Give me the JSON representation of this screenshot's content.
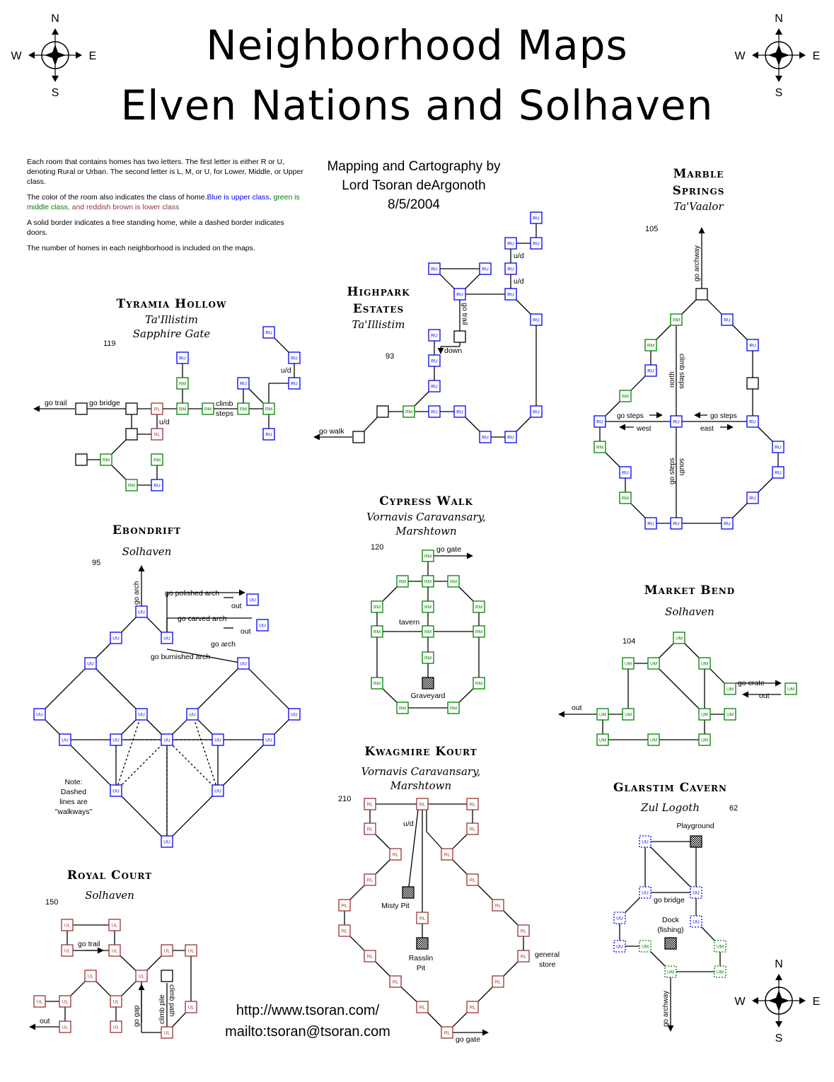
{
  "title": {
    "line1": "Neighborhood Maps",
    "line2": "Elven Nations and Solhaven"
  },
  "compass": {
    "n": "N",
    "s": "S",
    "e": "E",
    "w": "W"
  },
  "legend": {
    "p1": "Each room that contains homes has two letters.  The first letter is either R or U, denoting Rural or Urban.  The second letter is L, M, or U, for Lower, Middle, or Upper class.",
    "p2_prefix": "The color of the room also indicates the class of home.",
    "p2_blue": "Blue is upper class",
    "p2_sep": ", ",
    "p2_green": "green is middle class",
    "p2_brown": ", and reddish brown is lower class",
    "p3": "A solid border indicates a free standing home, while a dashed border indicates doors.",
    "p4": "The number of homes in each neighborhood is included on the maps."
  },
  "credit": {
    "line1": "Mapping and Cartography by",
    "line2": "Lord Tsoran deArgonoth",
    "line3": "8/5/2004"
  },
  "urls": {
    "web": "http://www.tsoran.com/",
    "mail": "mailto:tsoran@tsoran.com"
  },
  "colors": {
    "upper": "#0000ee",
    "middle": "#008000",
    "lower": "#993333",
    "line": "#000000"
  },
  "neighborhoods": {
    "tyramia": {
      "name": "Tyramia Hollow",
      "sub1": "Ta'Illistim",
      "sub2": "Sapphire Gate",
      "count": "119",
      "labels": {
        "go_trail": "go trail",
        "go_bridge": "go bridge",
        "ud": "u/d",
        "ud2": "u/d",
        "climb": "climb",
        "steps": "steps"
      }
    },
    "highpark": {
      "name1": "Highpark",
      "name2": "Estates",
      "sub1": "Ta'Illistim",
      "count": "93",
      "labels": {
        "go_trail": "go trail",
        "down": "down",
        "go_walk": "go walk",
        "ud1": "u/d",
        "ud2": "u/d"
      }
    },
    "marble": {
      "name1": "Marble",
      "name2": "Springs",
      "sub1": "Ta'Vaalor",
      "count": "105",
      "labels": {
        "go_archway": "go archway",
        "climb_steps": "climb steps",
        "north": "north",
        "go_steps_w": "go steps",
        "west": "west",
        "go_steps_e": "go steps",
        "east": "east",
        "go_steps_s": "go steps",
        "south": "south"
      }
    },
    "ebondrift": {
      "name": "Ebondrift",
      "sub1": "Solhaven",
      "count": "95",
      "labels": {
        "go_arch": "go arch",
        "go_polished": "go polished arch",
        "out1": "out",
        "go_carved": "go carved arch",
        "out2": "out",
        "go_arch2": "go arch",
        "go_burnished": "go burnished arch",
        "note1": "Note:",
        "note2": "Dashed",
        "note3": "lines are",
        "note4": "\"walkways\""
      }
    },
    "cypress": {
      "name": "Cypress Walk",
      "sub1": "Vornavis Caravansary,",
      "sub2": "Marshtown",
      "count": "120",
      "labels": {
        "go_gate": "go gate",
        "tavern": "tavern",
        "graveyard": "Graveyard"
      }
    },
    "market": {
      "name": "Market Bend",
      "sub1": "Solhaven",
      "count": "104",
      "labels": {
        "go_crate": "go crate",
        "out_crate": "out",
        "out": "out"
      }
    },
    "kwagmire": {
      "name": "Kwagmire Kourt",
      "sub1": "Vornavis Caravansary,",
      "sub2": "Marshtown",
      "count": "210",
      "labels": {
        "ud": "u/d",
        "misty": "Misty Pit",
        "rasslin1": "Rasslin",
        "rasslin2": "Pit",
        "general1": "general",
        "general2": "store",
        "go_gate": "go gate"
      }
    },
    "glarstim": {
      "name": "Glarstim Cavern",
      "sub1": "Zul Logoth",
      "count": "62",
      "labels": {
        "playground": "Playground",
        "go_bridge": "go bridge",
        "dock1": "Dock",
        "dock2": "(fishing)",
        "go_archway": "go archway"
      }
    },
    "royal": {
      "name": "Royal Court",
      "sub1": "Solhaven",
      "count": "150",
      "labels": {
        "go_trail": "go trail",
        "out": "out",
        "go_gap": "go gap",
        "climb_pile": "climb pile",
        "climb_path": "climb path"
      }
    }
  },
  "room_codes": {
    "RU": "RU",
    "RM": "RM",
    "RL": "RL",
    "UU": "UU",
    "UM": "UM",
    "UL": "UL"
  }
}
